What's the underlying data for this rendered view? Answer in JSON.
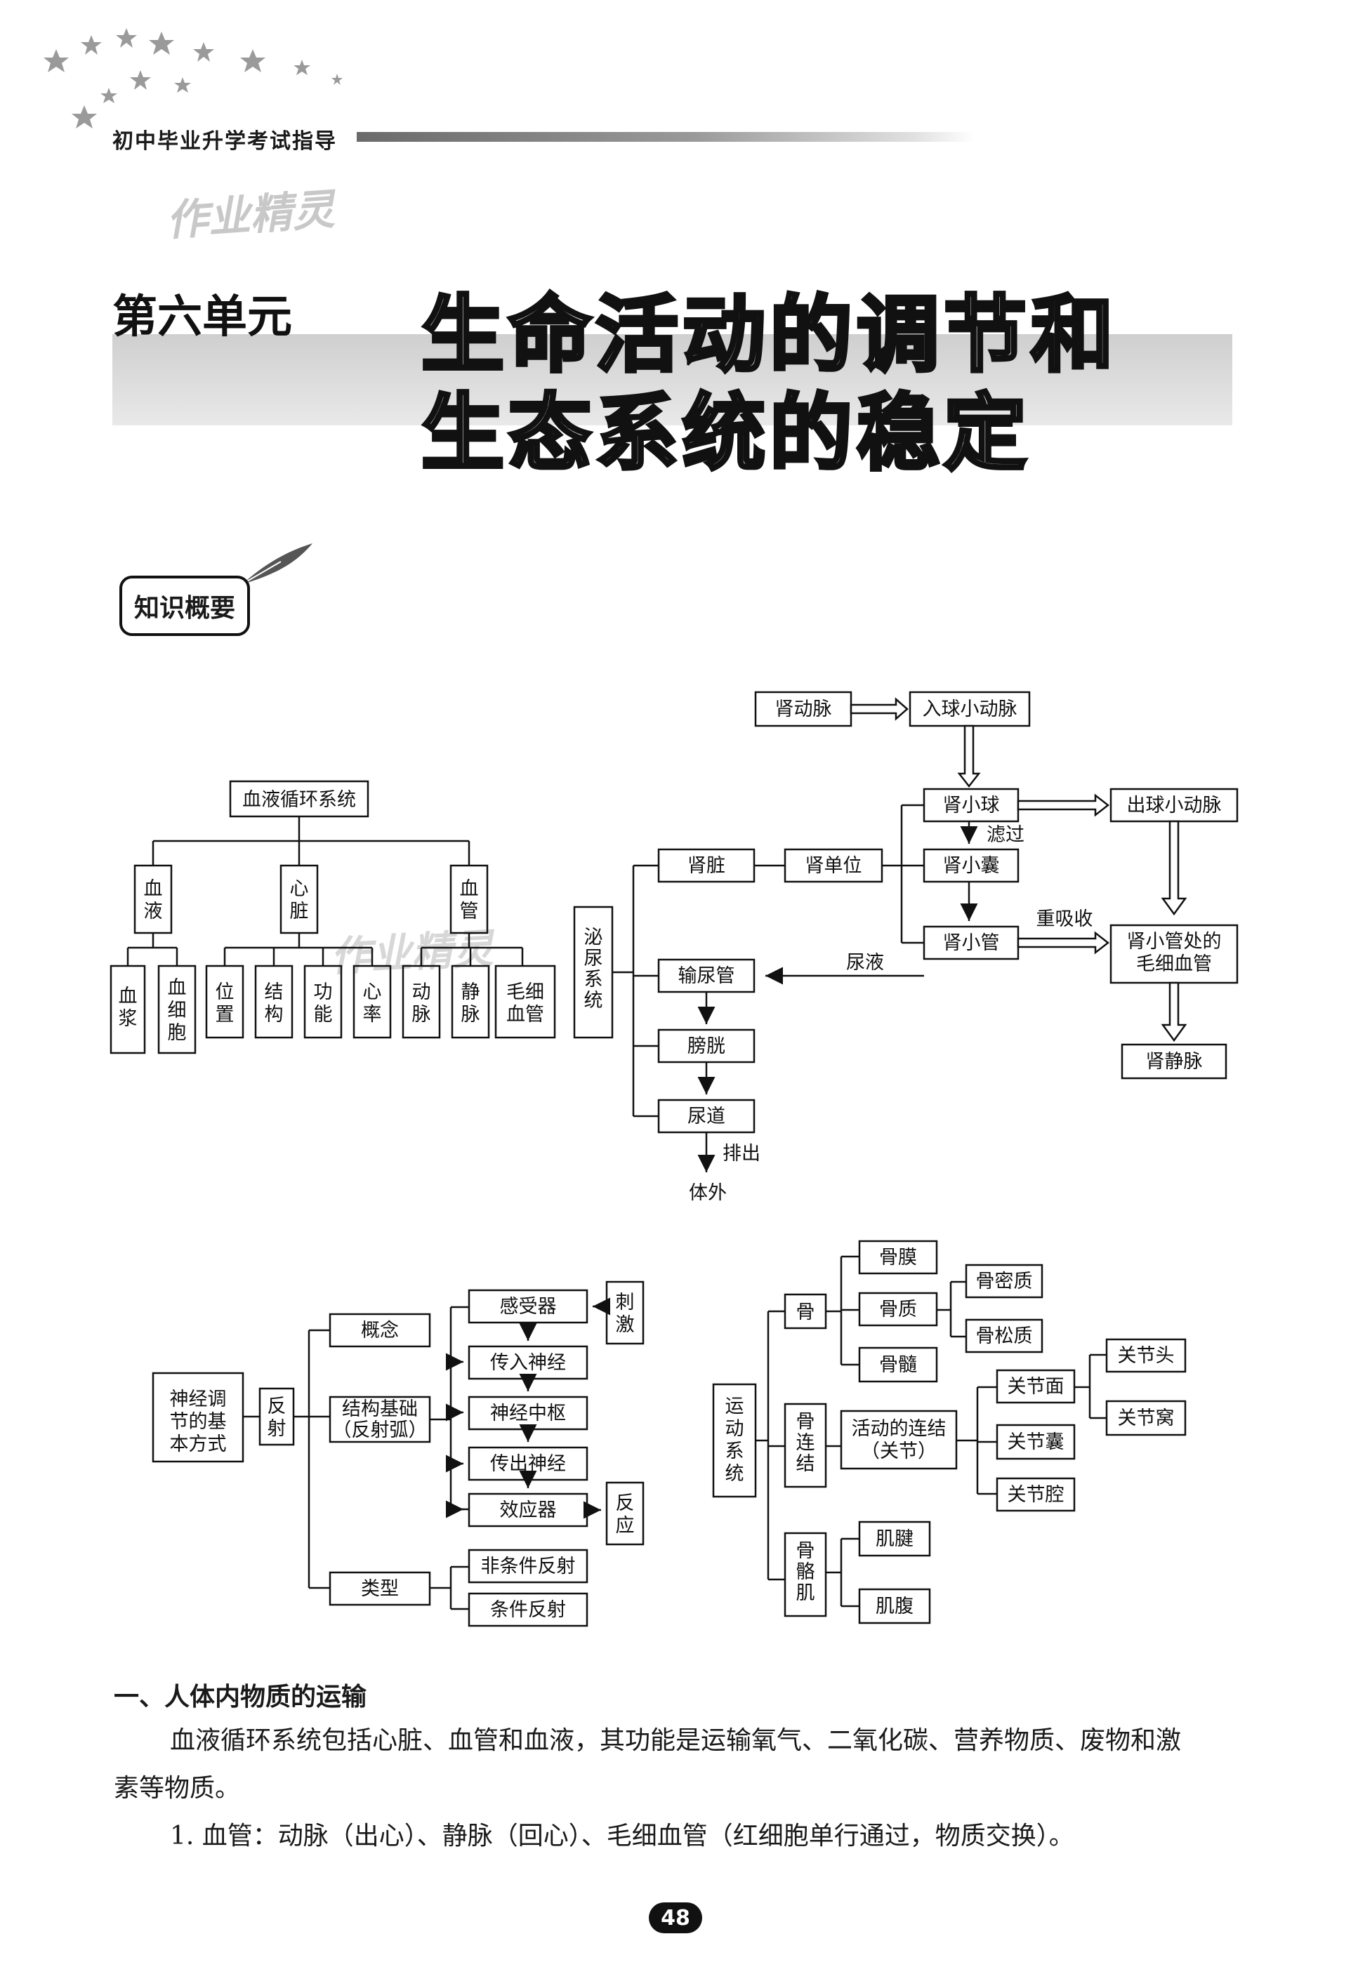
{
  "header": {
    "book_title": "初中毕业升学考试指导"
  },
  "watermark": "作业精灵",
  "unit": {
    "label": "第六单元",
    "title_line1": "生命活动的调节和",
    "title_line2": "生态系统的稳定"
  },
  "section_badge": "知识概要",
  "circulation": {
    "root": "血液循环系统",
    "groups": [
      {
        "label": "血液",
        "children": [
          "血浆",
          "血细胞"
        ]
      },
      {
        "label": "心脏",
        "children": [
          "位置",
          "结构",
          "功能",
          "心率"
        ]
      },
      {
        "label": "血管",
        "children": [
          "动脉",
          "静脉",
          "毛细血管"
        ]
      }
    ]
  },
  "urinary": {
    "root": "泌尿系统",
    "organs": [
      "肾脏",
      "输尿管",
      "膀胱",
      "尿道"
    ],
    "nephron": "肾单位",
    "parts": [
      "肾小球",
      "肾小囊",
      "肾小管"
    ],
    "renal_artery": "肾动脉",
    "afferent": "入球小动脉",
    "efferent": "出球小动脉",
    "capillaries": "肾小管处的毛细血管",
    "renal_vein": "肾静脉",
    "filter_label": "滤过",
    "reabsorb_label": "重吸收",
    "urine_label": "尿液",
    "excrete_label": "排出",
    "outside_label": "体外"
  },
  "nervous": {
    "root": "神经调节的基本方式",
    "reflex": "反射",
    "branches": [
      "概念",
      "结构基础（反射弧）",
      "类型"
    ],
    "arc": [
      "感受器",
      "传入神经",
      "神经中枢",
      "传出神经",
      "效应器"
    ],
    "stimulus": "刺激",
    "response": "反应",
    "types": [
      "非条件反射",
      "条件反射"
    ]
  },
  "motor": {
    "root": "运动系统",
    "bone": "骨",
    "bone_parts": [
      "骨膜",
      "骨质",
      "骨髓"
    ],
    "bone_substance": [
      "骨密质",
      "骨松质"
    ],
    "joint_link": "骨连结",
    "joint": "活动的连结（关节）",
    "joint_parts": [
      "关节面",
      "关节囊",
      "关节腔"
    ],
    "joint_surface": [
      "关节头",
      "关节窝"
    ],
    "muscle": "骨骼肌",
    "muscle_parts": [
      "肌腱",
      "肌腹"
    ]
  },
  "section1": {
    "title": "一、人体内物质的运输",
    "para1": "血液循环系统包括心脏、血管和血液，其功能是运输氧气、二氧化碳、营养物质、废物和激",
    "para1_cont": "素等物质。",
    "item1": "1. 血管：动脉（出心）、静脉（回心）、毛细血管（红细胞单行通过，物质交换）。"
  },
  "page_number": "48"
}
